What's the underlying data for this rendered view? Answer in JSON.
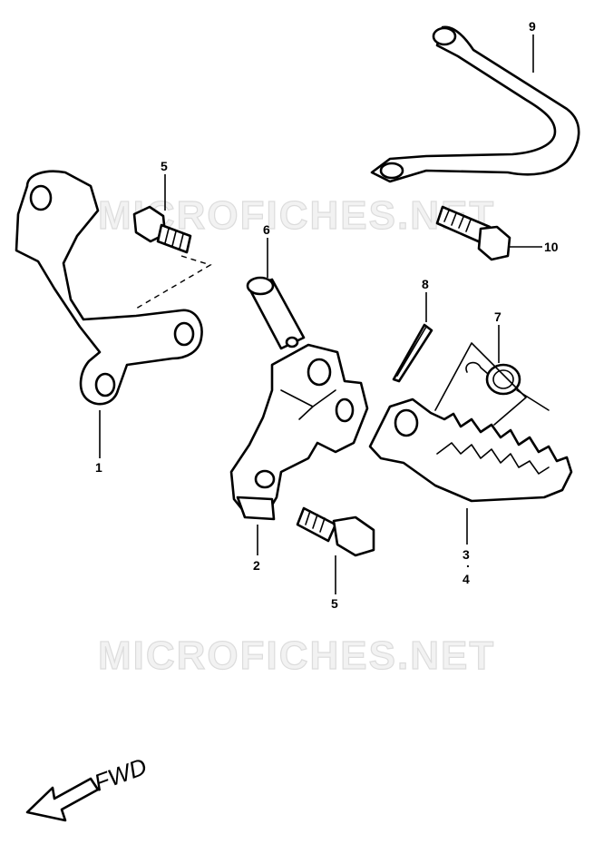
{
  "watermark": "MICROFICHES.NET",
  "direction_label": "FWD",
  "callouts": {
    "c1": "1",
    "c2": "2",
    "c3": "3",
    "c4": "4",
    "c5a": "5",
    "c5b": "5",
    "c6": "6",
    "c7": "7",
    "c8": "8",
    "c9": "9",
    "c10": "10"
  }
}
